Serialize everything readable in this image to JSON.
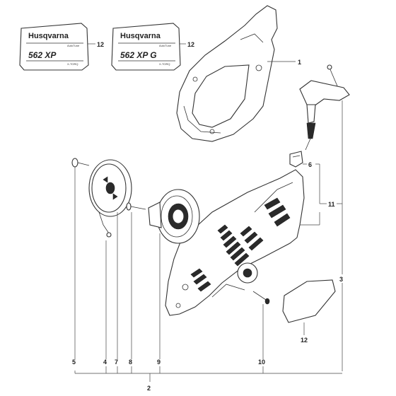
{
  "decals": [
    {
      "brand": "Husqvarna",
      "line1": "AutoTune",
      "model": "562 XP",
      "line2": "X-TORQ"
    },
    {
      "brand": "Husqvarna",
      "line1": "AutoTune",
      "model": "562 XP G",
      "line2": "X-TORQ"
    }
  ],
  "callouts": {
    "decal_1": "12",
    "decal_2": "12",
    "fan_cover": "1",
    "starter_assembly": "2",
    "handle": "3",
    "starter_pawl_group": "4",
    "screw_5": "5",
    "bushing": "6",
    "spring_7": "7",
    "screw_8": "8",
    "pulley": "9",
    "screw_10": "10",
    "cord": "11",
    "side_decal": "12"
  }
}
